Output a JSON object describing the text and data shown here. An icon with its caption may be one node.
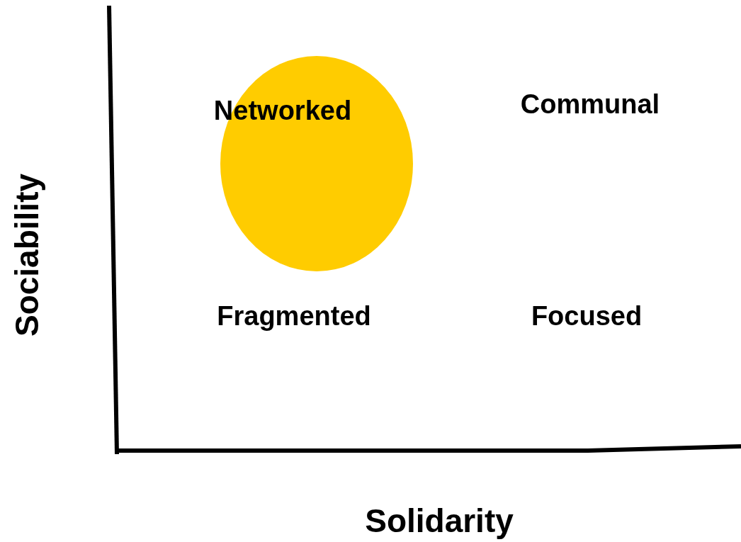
{
  "diagram": {
    "labels": [
      "Networked",
      "Communal",
      "Fragmented",
      "Focused",
      "Sociability",
      "Solidarity"
    ]
  }
}
